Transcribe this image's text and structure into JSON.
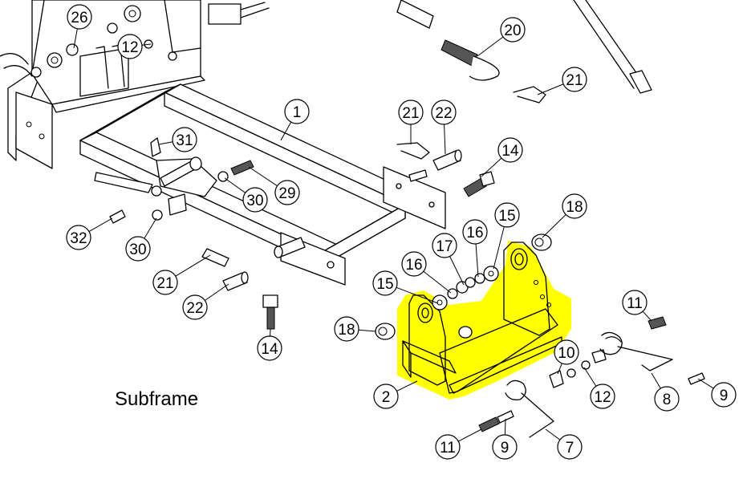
{
  "caption": "Subframe",
  "highlight_color": "#ffff00",
  "callouts": [
    {
      "label": "26"
    },
    {
      "label": "12"
    },
    {
      "label": "20"
    },
    {
      "label": "21"
    },
    {
      "label": "1"
    },
    {
      "label": "21"
    },
    {
      "label": "22"
    },
    {
      "label": "31"
    },
    {
      "label": "14"
    },
    {
      "label": "29"
    },
    {
      "label": "30"
    },
    {
      "label": "18"
    },
    {
      "label": "15"
    },
    {
      "label": "16"
    },
    {
      "label": "17"
    },
    {
      "label": "32"
    },
    {
      "label": "30"
    },
    {
      "label": "16"
    },
    {
      "label": "21"
    },
    {
      "label": "15"
    },
    {
      "label": "11"
    },
    {
      "label": "22"
    },
    {
      "label": "14"
    },
    {
      "label": "18"
    },
    {
      "label": "10"
    },
    {
      "label": "12"
    },
    {
      "label": "2"
    },
    {
      "label": "8"
    },
    {
      "label": "9"
    },
    {
      "label": "11"
    },
    {
      "label": "9"
    },
    {
      "label": "7"
    }
  ]
}
